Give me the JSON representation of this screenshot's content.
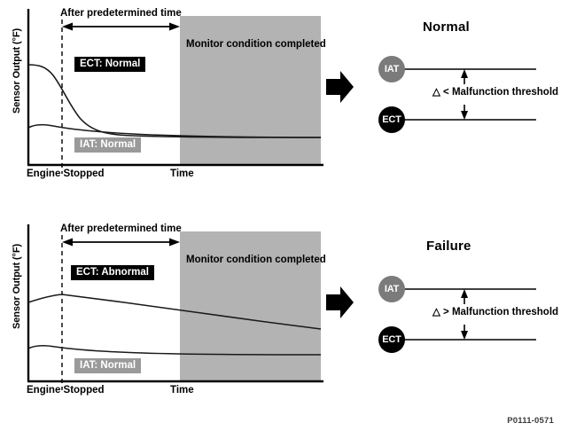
{
  "figure": {
    "code": "P0111-0571",
    "colors": {
      "shaded_region": "#b3b3b3",
      "iat_badge": "#7b7b7b",
      "ect_badge": "#000000",
      "iat_tag_bg": "#9a9a9a",
      "ect_tag_bg": "#000000",
      "line": "#000000"
    }
  },
  "panels": [
    {
      "id": "normal",
      "chart": {
        "ylabel": "Sensor Output (°F)",
        "xlabel_left": "Engine Stopped",
        "xlabel_mid": "Time",
        "span_label": "After predetermined time",
        "region_label": "Monitor condition completed",
        "series": [
          {
            "name": "ECT",
            "tag": "ECT: Normal",
            "style": "dark"
          },
          {
            "name": "IAT",
            "tag": "IAT: Normal",
            "style": "gray"
          }
        ]
      },
      "result": {
        "title": "Normal",
        "top_badge": "IAT",
        "bottom_badge": "ECT",
        "delta_text": "△ < Malfunction threshold"
      }
    },
    {
      "id": "failure",
      "chart": {
        "ylabel": "Sensor Output (°F)",
        "xlabel_left": "Engine Stopped",
        "xlabel_mid": "Time",
        "span_label": "After predetermined time",
        "region_label": "Monitor condition completed",
        "series": [
          {
            "name": "ECT",
            "tag": "ECT: Abnormal",
            "style": "dark"
          },
          {
            "name": "IAT",
            "tag": "IAT: Normal",
            "style": "gray"
          }
        ]
      },
      "result": {
        "title": "Failure",
        "top_badge": "IAT",
        "bottom_badge": "ECT",
        "delta_text": "△ > Malfunction threshold"
      }
    }
  ],
  "chart_data": [
    {
      "type": "line",
      "title": "Normal — ECT and IAT sensor output after engine stopped",
      "xlabel": "Time",
      "ylabel": "Sensor Output (°F)",
      "grid": false,
      "legend": "inline-tags",
      "x_markers": [
        "Engine Stopped",
        "Time"
      ],
      "annotations": [
        "After predetermined time",
        "Monitor condition completed"
      ],
      "series": [
        {
          "name": "ECT: Normal",
          "comment": "high start, exponential decay converging onto IAT inside shaded region",
          "points": [
            [
              0,
              0.92
            ],
            [
              8,
              0.92
            ],
            [
              14,
              0.9
            ],
            [
              20,
              0.84
            ],
            [
              26,
              0.74
            ],
            [
              33,
              0.62
            ],
            [
              42,
              0.5
            ],
            [
              52,
              0.41
            ],
            [
              64,
              0.34
            ],
            [
              78,
              0.29
            ],
            [
              92,
              0.26
            ],
            [
              100,
              0.25
            ]
          ]
        },
        {
          "name": "IAT: Normal",
          "comment": "flat, slight early bump then level",
          "points": [
            [
              0,
              0.27
            ],
            [
              6,
              0.29
            ],
            [
              14,
              0.29
            ],
            [
              24,
              0.28
            ],
            [
              40,
              0.27
            ],
            [
              60,
              0.26
            ],
            [
              80,
              0.255
            ],
            [
              100,
              0.25
            ]
          ]
        }
      ]
    },
    {
      "type": "line",
      "title": "Failure — ECT and IAT sensor output after engine stopped",
      "xlabel": "Time",
      "ylabel": "Sensor Output (°F)",
      "grid": false,
      "legend": "inline-tags",
      "x_markers": [
        "Engine Stopped",
        "Time"
      ],
      "annotations": [
        "After predetermined time",
        "Monitor condition completed"
      ],
      "series": [
        {
          "name": "ECT: Abnormal",
          "comment": "stays well above IAT, shallow linear decline — gap exceeds threshold",
          "points": [
            [
              0,
              0.8
            ],
            [
              8,
              0.83
            ],
            [
              12,
              0.84
            ],
            [
              30,
              0.79
            ],
            [
              50,
              0.74
            ],
            [
              70,
              0.69
            ],
            [
              85,
              0.65
            ],
            [
              100,
              0.62
            ]
          ]
        },
        {
          "name": "IAT: Normal",
          "comment": "flat low line",
          "points": [
            [
              0,
              0.27
            ],
            [
              6,
              0.29
            ],
            [
              14,
              0.285
            ],
            [
              30,
              0.26
            ],
            [
              50,
              0.25
            ],
            [
              75,
              0.245
            ],
            [
              100,
              0.245
            ]
          ]
        }
      ]
    }
  ]
}
